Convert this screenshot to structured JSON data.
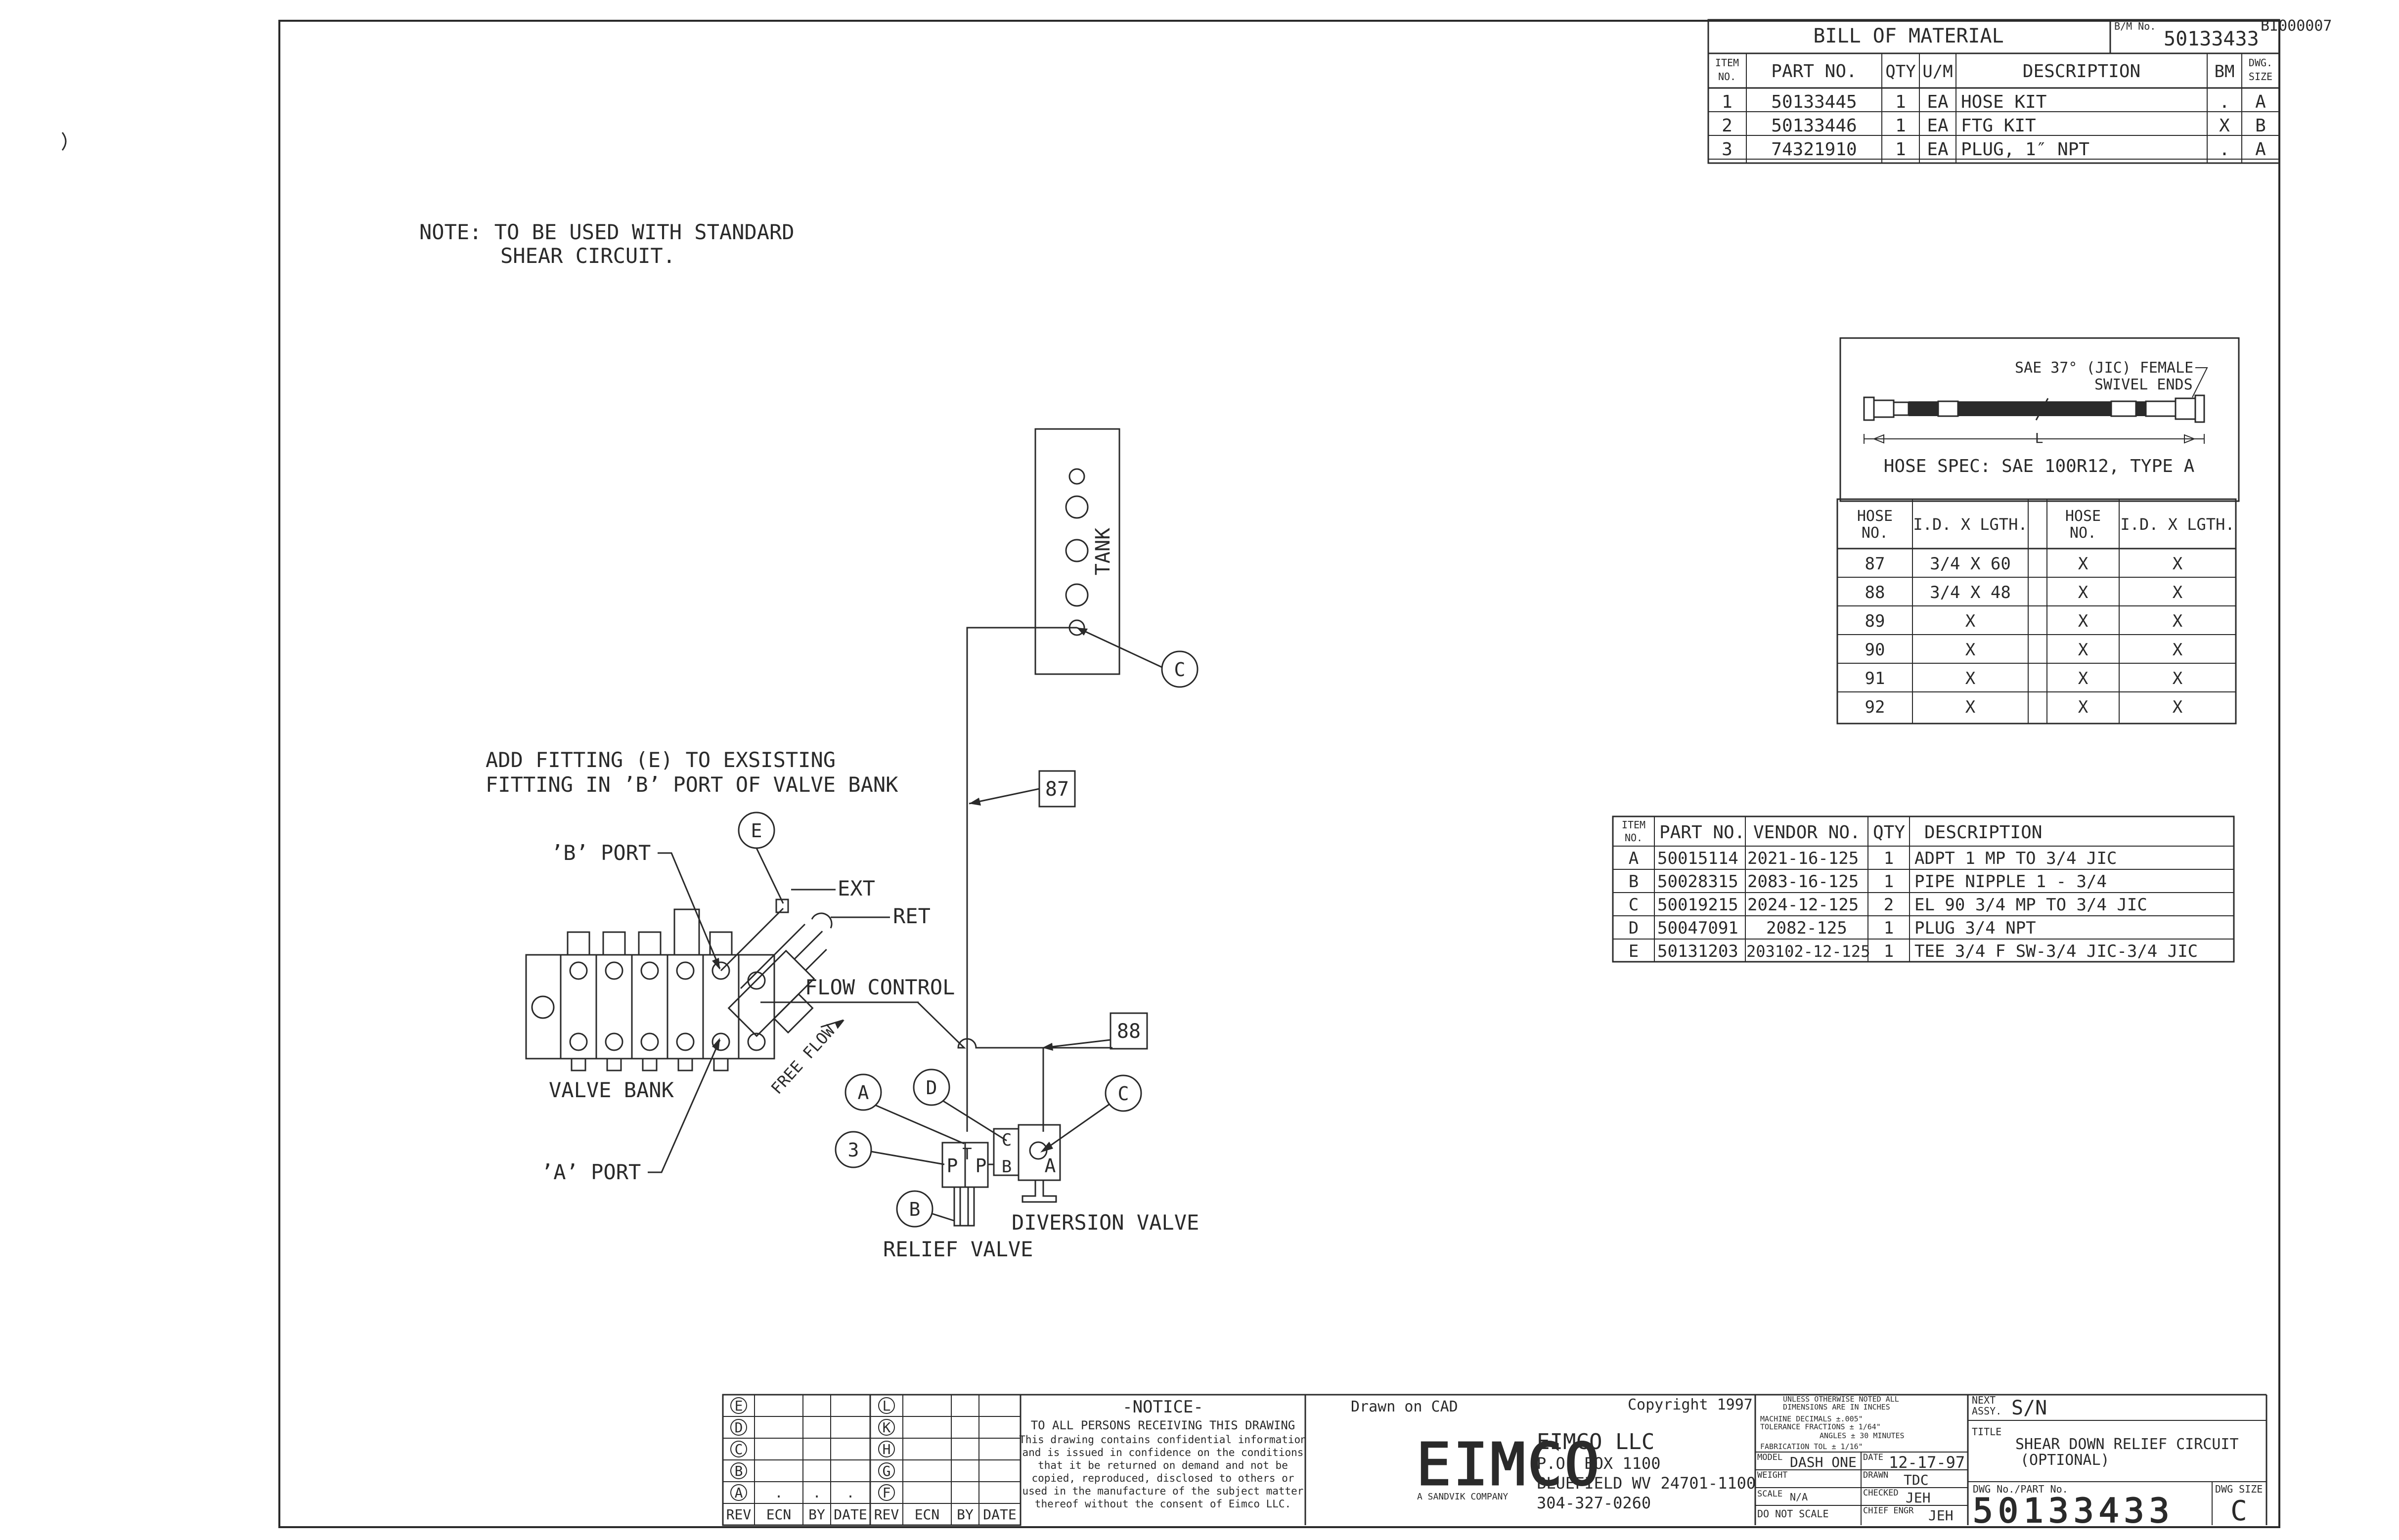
{
  "sheet_id": "BI000007",
  "note": {
    "line1": "NOTE: TO BE USED WITH STANDARD",
    "line2": "SHEAR CIRCUIT."
  },
  "bom": {
    "title": "BILL OF MATERIAL",
    "bm_no_label": "B/M No.",
    "bm_no": "50133433",
    "headers": {
      "item": [
        "ITEM",
        "NO."
      ],
      "part": "PART NO.",
      "qty": "QTY",
      "um": "U/M",
      "desc": "DESCRIPTION",
      "bm": "BM",
      "dwg": [
        "DWG.",
        "SIZE"
      ]
    },
    "rows": [
      {
        "item": "1",
        "part": "50133445",
        "qty": "1",
        "um": "EA",
        "desc": "HOSE KIT",
        "bm": ".",
        "size": "A"
      },
      {
        "item": "2",
        "part": "50133446",
        "qty": "1",
        "um": "EA",
        "desc": "FTG KIT",
        "bm": "X",
        "size": "B"
      },
      {
        "item": "3",
        "part": "74321910",
        "qty": "1",
        "um": "EA",
        "desc": "PLUG, 1″ NPT",
        "bm": ".",
        "size": "A"
      }
    ]
  },
  "hose_spec": {
    "callout_line1": "SAE 37° (JIC) FEMALE",
    "callout_line2": "SWIVEL ENDS",
    "length_label": "L",
    "spec": "HOSE SPEC: SAE 100R12, TYPE A",
    "headers": {
      "hose": [
        "HOSE",
        "NO."
      ],
      "id": "I.D. X LGTH."
    },
    "rows": [
      {
        "no": "87",
        "id": "3/4 X 60",
        "no2": "X",
        "id2": "X"
      },
      {
        "no": "88",
        "id": "3/4 X 48",
        "no2": "X",
        "id2": "X"
      },
      {
        "no": "89",
        "id": "X",
        "no2": "X",
        "id2": "X"
      },
      {
        "no": "90",
        "id": "X",
        "no2": "X",
        "id2": "X"
      },
      {
        "no": "91",
        "id": "X",
        "no2": "X",
        "id2": "X"
      },
      {
        "no": "92",
        "id": "X",
        "no2": "X",
        "id2": "X"
      }
    ]
  },
  "fittings": {
    "headers": {
      "item": [
        "ITEM",
        "NO."
      ],
      "part": "PART NO.",
      "vendor": "VENDOR NO.",
      "qty": "QTY",
      "desc": "DESCRIPTION"
    },
    "rows": [
      {
        "item": "A",
        "part": "50015114",
        "vendor": "2021-16-125",
        "qty": "1",
        "desc": "ADPT 1 MP TO 3/4 JIC"
      },
      {
        "item": "B",
        "part": "50028315",
        "vendor": "2083-16-125",
        "qty": "1",
        "desc": "PIPE NIPPLE 1 - 3/4"
      },
      {
        "item": "C",
        "part": "50019215",
        "vendor": "2024-12-125",
        "qty": "2",
        "desc": "EL 90 3/4 MP TO 3/4 JIC"
      },
      {
        "item": "D",
        "part": "50047091",
        "vendor": "2082-125",
        "qty": "1",
        "desc": "PLUG 3/4 NPT"
      },
      {
        "item": "E",
        "part": "50131203",
        "vendor": "203102-12-125",
        "qty": "1",
        "desc": "TEE 3/4 F SW-3/4 JIC-3/4 JIC"
      }
    ]
  },
  "diagram": {
    "tank": "TANK",
    "add_fitting_1": "ADD FITTING (E) TO EXSISTING",
    "add_fitting_2": "FITTING IN ’B’ PORT OF VALVE BANK",
    "b_port": "’B’ PORT",
    "a_port": "’A’ PORT",
    "ext": "EXT",
    "ret": "RET",
    "flow_control": "FLOW CONTROL",
    "free_flow": "FREE FLOW",
    "valve_bank": "VALVE BANK",
    "diversion_valve": "DIVERSION VALVE",
    "relief_valve": "RELIEF VALVE",
    "hose_87": "87",
    "hose_88": "88",
    "balloon_a": "A",
    "balloon_b": "B",
    "balloon_c": "C",
    "balloon_d": "D",
    "balloon_e": "E",
    "balloon_3": "3",
    "port_p": "P",
    "port_t": "T",
    "port_c": "C",
    "port_b": "B",
    "port_a": "A"
  },
  "revisions": {
    "left_letters": [
      "E",
      "D",
      "C",
      "B",
      "A"
    ],
    "right_letters": [
      "L",
      "K",
      "H",
      "G",
      "F"
    ],
    "footer": [
      "REV",
      "ECN",
      "BY",
      "DATE",
      "REV",
      "ECN",
      "BY",
      "DATE"
    ],
    "a_marks": [
      ".",
      ".",
      "."
    ]
  },
  "notice": {
    "title": "-NOTICE-",
    "line1": "TO ALL PERSONS RECEIVING THIS DRAWING",
    "body": [
      "This drawing contains confidential information",
      "and is issued in confidence on the conditions",
      "that it be returned on demand and not be",
      "copied, reproduced, disclosed to others or",
      "used in the manufacture of the subject matter",
      "thereof without the consent of Eimco LLC."
    ]
  },
  "company": {
    "drawn_on": "Drawn on CAD",
    "copyright": "Copyright 1997",
    "logo": "EIMCO",
    "logo_sub": "A SANDVIK COMPANY",
    "name": "EIMCO LLC",
    "po": "P.O. BOX 1100",
    "city": "BLUEFIELD WV 24701-1100",
    "phone": "304-327-0260"
  },
  "title_block": {
    "tol": [
      "UNLESS OTHERWISE NOTED ALL",
      "DIMENSIONS ARE IN INCHES",
      "MACHINE  DECIMALS ±.005\"",
      "TOLERANCE  FRACTIONS ± 1/64\"",
      "ANGLES ± 30 MINUTES",
      "FABRICATION TOL ± 1/16\""
    ],
    "model_label": "MODEL",
    "model": "DASH ONE",
    "date_label": "DATE",
    "date": "12-17-97",
    "weight_label": "WEIGHT",
    "drawn_label": "DRAWN",
    "drawn": "TDC",
    "scale_label": "SCALE",
    "scale": "N/A",
    "checked_label": "CHECKED",
    "checked": "JEH",
    "do_not_scale": "DO NOT SCALE",
    "chief_label": "CHIEF ENGR",
    "chief": "JEH",
    "next_assy_label_1": "NEXT",
    "next_assy_label_2": "ASSY.",
    "next_assy": "S/N",
    "title_label": "TITLE",
    "title_1": "SHEAR DOWN RELIEF CIRCUIT",
    "title_2": "(OPTIONAL)",
    "dwg_no_label": "DWG No./PART No.",
    "dwg_no": "50133433",
    "dwg_size_label": "DWG SIZE",
    "dwg_size": "C"
  }
}
